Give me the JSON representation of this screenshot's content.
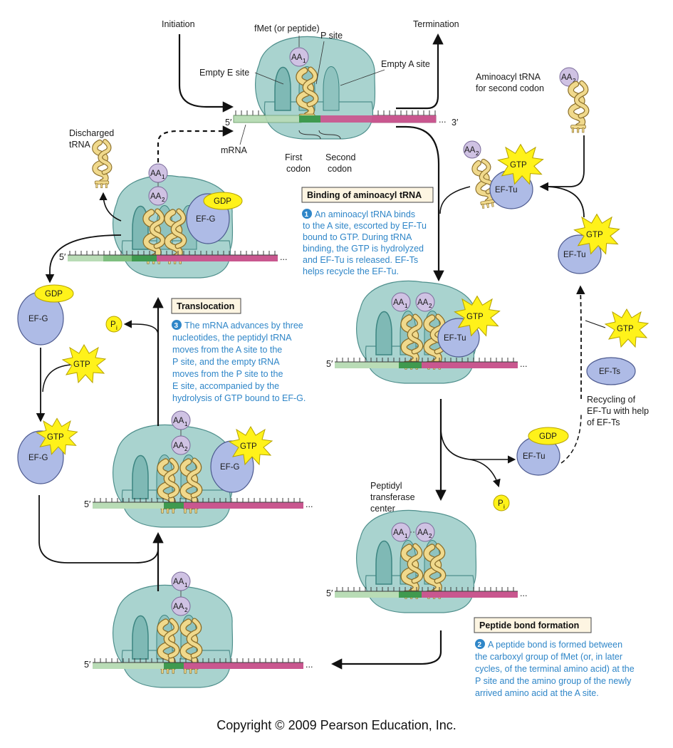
{
  "labels": {
    "initiation": "Initiation",
    "termination": "Termination",
    "fmet": "fMet (or peptide)",
    "p_site": "P site",
    "empty_e_site": "Empty E site",
    "empty_a_site": "Empty A site",
    "mrna": "mRNA",
    "first_codon": [
      "First",
      "codon"
    ],
    "second_codon": [
      "Second",
      "codon"
    ],
    "five_prime": "5′",
    "three_prime": "3′",
    "ellipsis": "...",
    "discharged_trna": [
      "Discharged",
      "tRNA"
    ],
    "aminoacyl_trna_second": [
      "Aminoacyl tRNA",
      "for second codon"
    ],
    "peptidyl_center": [
      "Peptidyl",
      "transferase",
      "center"
    ],
    "recycling": [
      "Recycling of",
      "EF-Tu with help",
      "of EF-Ts"
    ],
    "aa1": "AA",
    "aa2": "AA",
    "sub1": "1",
    "sub2": "2",
    "gtp": "GTP",
    "gdp": "GDP",
    "ef_tu": "EF-Tu",
    "ef_g": "EF-G",
    "ef_ts": "EF-Ts",
    "pi": "P",
    "pi_sub": "i"
  },
  "steps": {
    "binding": {
      "title": "Binding of aminoacyl tRNA",
      "number": "1",
      "lines": [
        "An aminoacyl tRNA binds",
        "to the A site, escorted by EF-Tu",
        "bound to GTP.  During tRNA",
        "binding, the GTP is hydrolyzed",
        "and EF-Tu is released. EF-Ts",
        "helps recycle the EF-Tu."
      ]
    },
    "translocation": {
      "title": "Translocation",
      "number": "3",
      "lines": [
        "The mRNA advances by three",
        "nucleotides, the peptidyl tRNA",
        "moves from the A site to the",
        "P site, and the empty tRNA",
        "moves from the P site to the",
        "E site, accompanied by the",
        "hydrolysis of GTP bound to EF-G."
      ]
    },
    "peptide": {
      "title": "Peptide bond formation",
      "number": "2",
      "lines": [
        "A peptide bond is formed between",
        "the carboxyl group of fMet (or, in later",
        "cycles, of the terminal amino acid) at the",
        "P site and the amino group of the newly",
        "arrived amino acid at the A site."
      ]
    }
  },
  "copyright": "Copyright © 2009 Pearson Education, Inc.",
  "colors": {
    "ribosome": "#a9d3cf",
    "ribosome_stroke": "#4f8f8c",
    "trna": "#f0d98c",
    "mrna_green": "#b9dcb6",
    "mrna_dark": "#3f9a4f",
    "mrna_pink": "#c9578f",
    "protein": "#aebbe6",
    "aa": "#cfc2e3",
    "gtp": "#fff21a",
    "step_blue": "#2f86c8"
  }
}
